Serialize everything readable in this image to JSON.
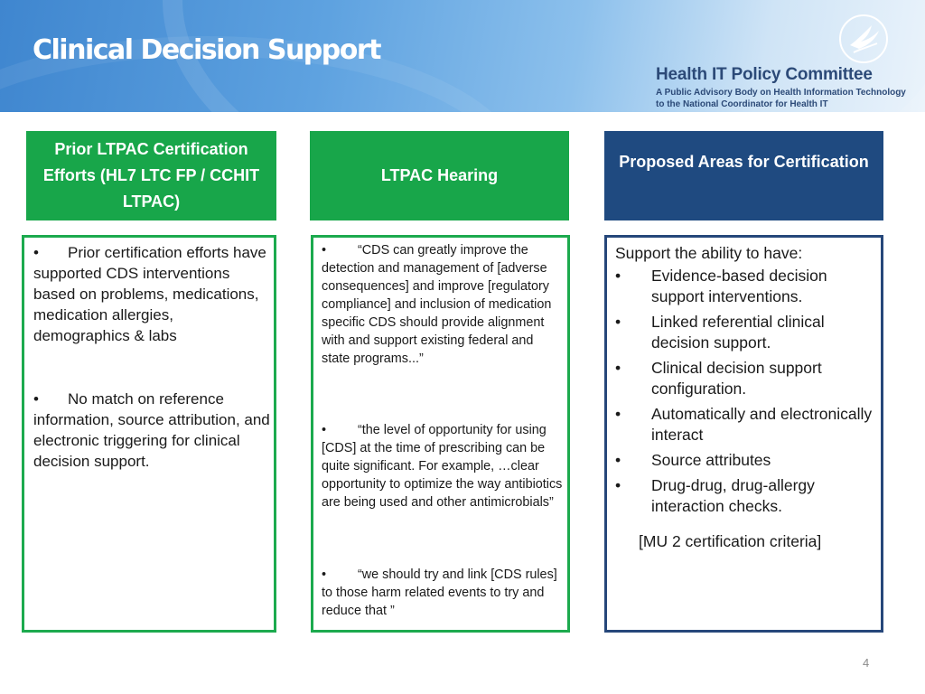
{
  "header": {
    "title": "Clinical Decision Support",
    "org_name": "Health IT Policy Committee",
    "org_sub_line1": "A Public Advisory Body on Health Information Technology",
    "org_sub_line2": "to the National Coordinator for Health IT",
    "logo_icon": "hhs-eagle-logo-icon"
  },
  "columns": {
    "prior": {
      "title": "Prior LTPAC Certification Efforts (HL7 LTC FP / CCHIT LTPAC)",
      "bullets": [
        {
          "marker": "•",
          "first": "Prior certification efforts",
          "rest": "have supported CDS interventions based on problems, medications, medication allergies, demographics & labs"
        },
        {
          "marker": "•",
          "first": "No match on reference",
          "rest": "information, source attribution, and electronic triggering for clinical decision support."
        }
      ]
    },
    "hearing": {
      "title": "LTPAC Hearing",
      "bullets": [
        {
          "marker": "•",
          "first": "“CDS can greatly improve",
          "rest": "the detection and management of [adverse consequences] and improve [regulatory compliance] and inclusion of medication specific CDS should provide alignment with and support existing federal and state programs...”"
        },
        {
          "marker": "•",
          "first": "“the level of",
          "rest": "opportunity for using [CDS] at the time of prescribing can be quite significant. For example, …clear opportunity to optimize the way antibiotics are being used and other antimicrobials”"
        },
        {
          "marker": "•",
          "first": "“we should try and link",
          "rest": "[CDS rules] to those harm related events to try and reduce that ”"
        }
      ]
    },
    "proposed": {
      "title": "Proposed Areas for Certification",
      "lead": "Support the ability to have:",
      "items": [
        {
          "marker": "•",
          "text": "Evidence-based decision support interventions."
        },
        {
          "marker": "•",
          "text": "Linked referential clinical decision support."
        },
        {
          "marker": "•",
          "text": "Clinical decision support configuration."
        },
        {
          "marker": "•",
          "text": "Automatically and electronically interact"
        },
        {
          "marker": "•",
          "text": "Source attributes"
        },
        {
          "marker": "•",
          "text": "Drug-drug, drug-allergy interaction checks."
        }
      ],
      "note": "[MU 2 certification criteria]"
    }
  },
  "footer": {
    "page_number": "4"
  },
  "colors": {
    "green": "#18a64a",
    "navy": "#1f4a80",
    "banner_blue": "#3f86cf"
  }
}
